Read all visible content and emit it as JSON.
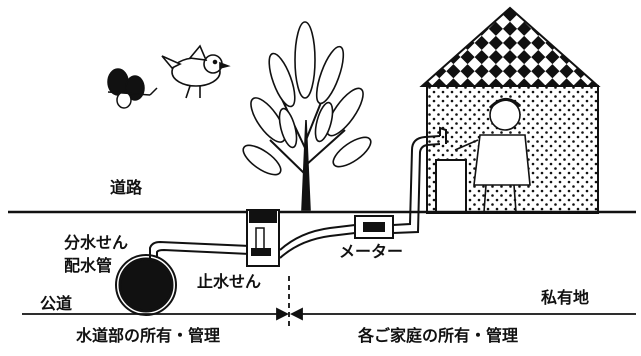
{
  "labels": {
    "road": "道路",
    "branch_valve": "分水せん",
    "distribution_pipe": "配水管",
    "public_road": "公道",
    "stop_valve": "止水せん",
    "meter": "メーター",
    "private_land": "私有地",
    "water_bureau_ownership": "水道部の所有・管理",
    "household_ownership": "各ご家庭の所有・管理"
  },
  "colors": {
    "ink": "#111111",
    "paper": "#ffffff"
  }
}
